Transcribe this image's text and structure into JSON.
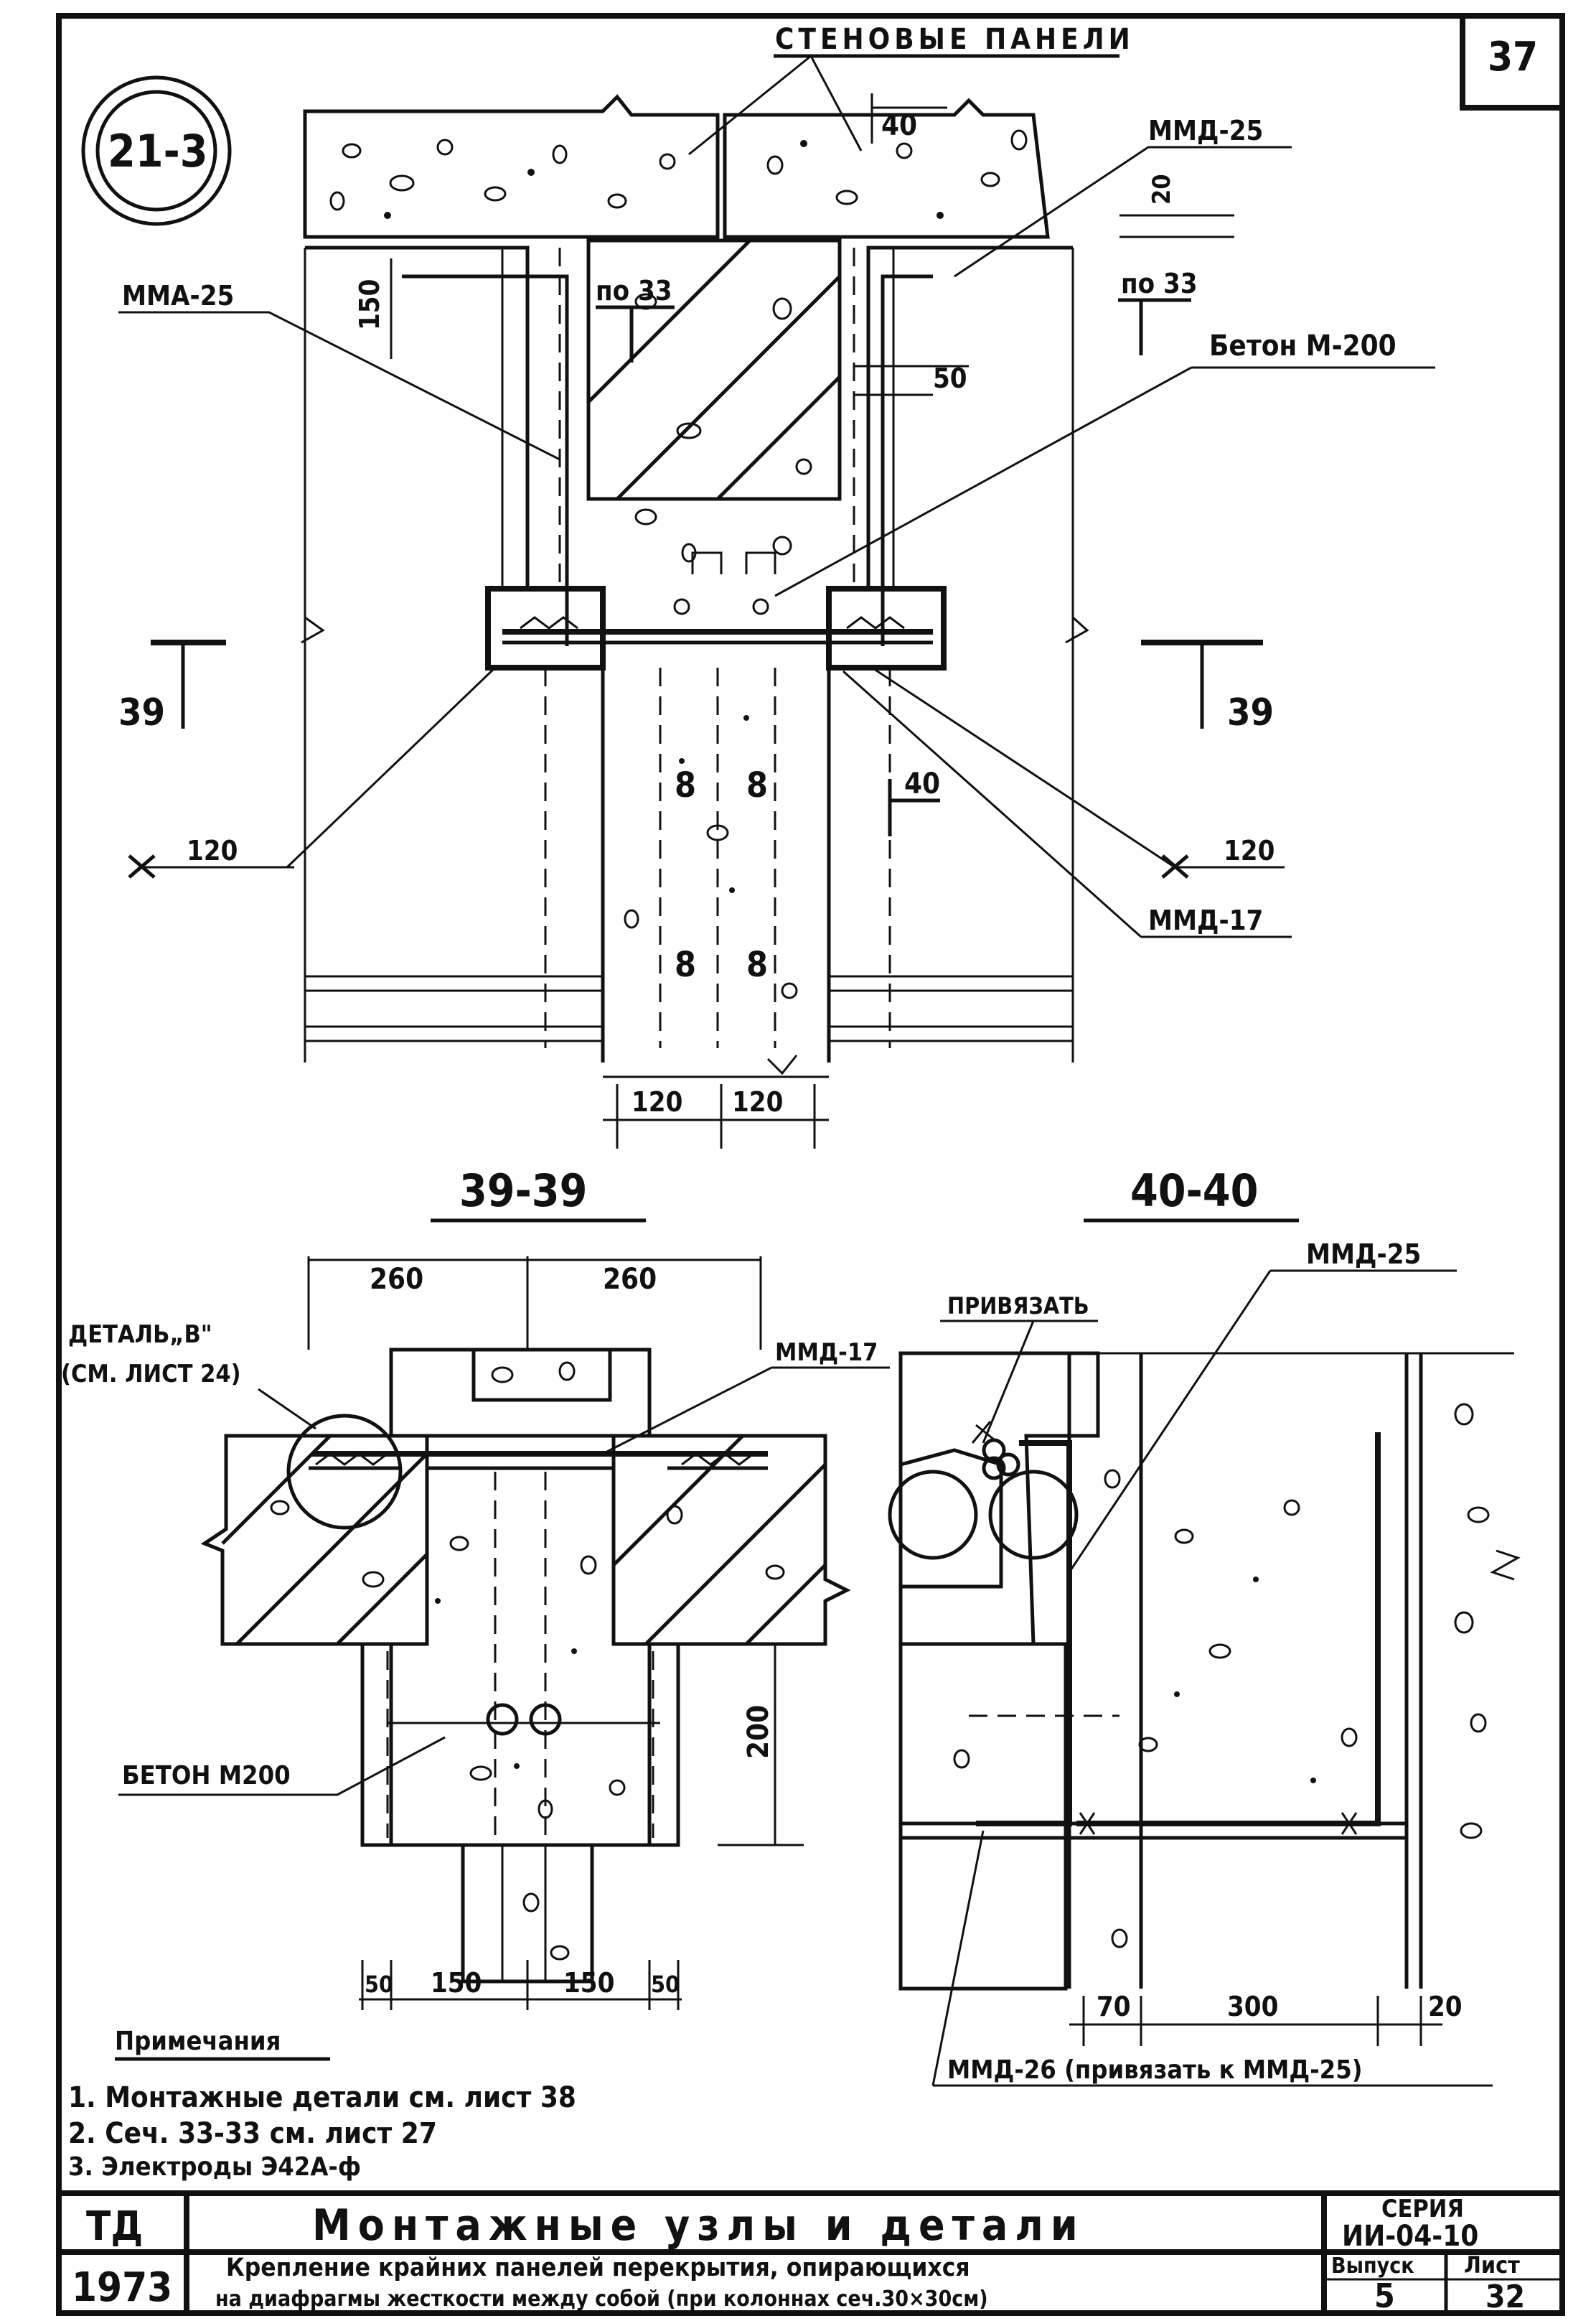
{
  "sheet": {
    "corner_number": "37",
    "stamp": "21-3",
    "top_title": "СТЕНОВЫЕ ПАНЕЛИ"
  },
  "plan": {
    "labels": {
      "mmd25_left": "ММА-25",
      "mmd25_right": "ММД-25",
      "po33_left": "по 33",
      "po33_right": "по 33",
      "beton": "Бетон М-200",
      "mmd17": "ММД-17",
      "cut39_left": "39",
      "cut39_right": "39",
      "cut40": "40"
    },
    "dims": {
      "d40": "40",
      "d20": "20",
      "d150": "150",
      "d50": "50",
      "x120_left": "120",
      "x120_right": "120",
      "bottom_120a": "120",
      "bottom_120b": "120",
      "n8a": "8",
      "n8b": "8",
      "n8c": "8",
      "n8d": "8"
    }
  },
  "section_39": {
    "title": "39-39",
    "dim_260a": "260",
    "dim_260b": "260",
    "detail": "ДЕТАЛЬ„В\"",
    "detail_ref": "(СМ. ЛИСТ 24)",
    "mmd17": "ММД-17",
    "beton": "БЕТОН М200",
    "dim_200": "200",
    "dim_50a": "50",
    "dim_150a": "150",
    "dim_150b": "150",
    "dim_50b": "50"
  },
  "section_40": {
    "title": "40-40",
    "mmd25": "ММД-25",
    "privyazat": "ПРИВЯЗАТЬ",
    "dim_70": "70",
    "dim_300": "300",
    "dim_20": "20",
    "mmd26": "ММД-26 (привязать к ММД-25)"
  },
  "notes": {
    "heading": "Примечания",
    "items": [
      "1. Монтажные детали см. лист 38",
      "2. Сеч. 33-33 см. лист 27",
      "3. Электроды Э42А-ф"
    ]
  },
  "title_block": {
    "code": "ТД",
    "year": "1973",
    "main_title": "Монтажные узлы и детали",
    "subtitle_1": "Крепление крайних панелей перекрытия, опирающихся",
    "subtitle_2": "на диафрагмы жесткости между собой (при колоннах сеч.30×30см)",
    "seria_label": "СЕРИЯ",
    "seria_value": "ИИ-04-10",
    "vypusk_label": "Выпуск",
    "vypusk_value": "5",
    "list_label": "Лист",
    "list_value": "32"
  }
}
